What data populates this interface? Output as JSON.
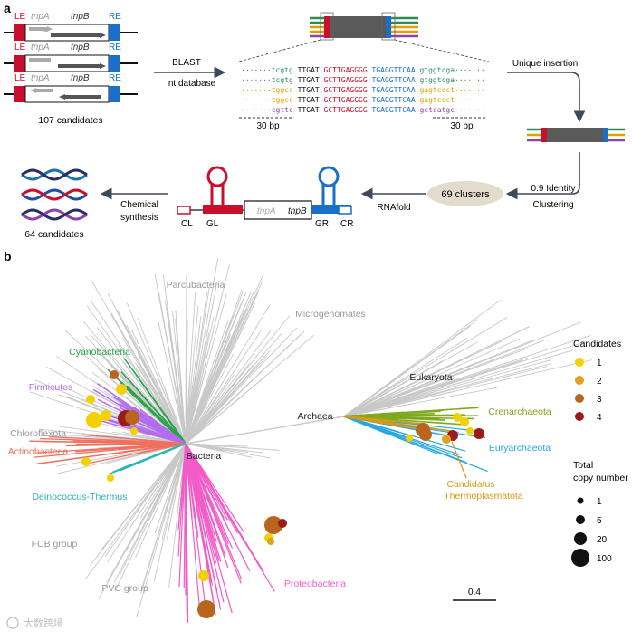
{
  "panel_a": {
    "label": "a",
    "constructs": {
      "le": "LE",
      "re": "RE",
      "tnpA": "tnpA",
      "tnpB": "tnpB",
      "count_label": "107 candidates"
    },
    "blast": {
      "line1": "BLAST",
      "line2": "nt database"
    },
    "alignment": {
      "rows": [
        {
          "left": "·······tcgtg",
          "mid": "TTGAT",
          "red": "GCTTGAGGGG",
          "blue": "TGAGGTTCAA",
          "right": "gtggtcga·······",
          "color": "#2e8b57"
        },
        {
          "left": "·······tcgtg",
          "mid": "TTGAT",
          "red": "GCTTGAGGGG",
          "blue": "TGAGGTTCAA",
          "right": "gtggtcga·······",
          "color": "#2e8b57"
        },
        {
          "left": "·······tggcc",
          "mid": "TTGAT",
          "red": "GCTTGAGGGG",
          "blue": "TGAGGTTCAA",
          "right": "gagtccct·······",
          "color": "#e0a100"
        },
        {
          "left": "·······tggcc",
          "mid": "TTGAT",
          "red": "GCTTGAGGGG",
          "blue": "TGAGGTTCAA",
          "right": "gagtccct·······",
          "color": "#e0a100"
        },
        {
          "left": "·······cgttc",
          "mid": "TTGAT",
          "red": "GCTTGAGGGG",
          "blue": "TGAGGTTCAA",
          "right": "gctcatgc·······",
          "color": "#8e44ad"
        }
      ],
      "bp_left": "30 bp",
      "bp_right": "30 bp"
    },
    "unique_insertion": "Unique insertion",
    "clustering": {
      "line1": "0.9 Identity",
      "line2": "Clustering"
    },
    "clusters": "69 clusters",
    "rnafold": "RNAfold",
    "rna_labels": {
      "cl": "CL",
      "gl": "GL",
      "gr": "GR",
      "cr": "CR",
      "tnpA": "tnpA",
      "tnpB": "tnpB"
    },
    "synthesis": {
      "line1": "Chemical",
      "line2": "synthesis"
    },
    "final_count": "64 candidates"
  },
  "panel_b": {
    "label": "b",
    "clades": {
      "parcubacteria": "Parcubacteria",
      "microgenomates": "Microgenomates",
      "cyanobacteria": "Cyanobacteria",
      "firmicutes": "Firmicutes",
      "chloroflexota": "Chloroflexota",
      "actinobacteria": "Actinobacteria",
      "bacteria": "Bacteria",
      "deinococcus": "Deinococcus-Thermus",
      "fcb": "FCB group",
      "pvc": "PVC group",
      "proteobacteria": "Proteobacteria",
      "eukaryota": "Eukaryota",
      "archaea": "Archaea",
      "crenarchaeota": "Crenarchaeota",
      "euryarchaeota": "Euryarchaeota",
      "candidatus1": "Candidatus",
      "candidatus2": "Thermoplasmatota"
    },
    "colors": {
      "gray": "#c8c8c8",
      "cyano": "#2aa34a",
      "firmicutes": "#b36cf0",
      "actino": "#f07060",
      "deino": "#2bb5b5",
      "proteo": "#f25cc8",
      "crenarch": "#7fa81e",
      "euryarch": "#2aa6e0",
      "candidatus": "#d89a16"
    },
    "legend_candidates": {
      "title": "Candidates",
      "items": [
        {
          "label": "1",
          "color": "#f5d000"
        },
        {
          "label": "2",
          "color": "#e0a020"
        },
        {
          "label": "3",
          "color": "#b8661e"
        },
        {
          "label": "4",
          "color": "#9b1a1a"
        }
      ]
    },
    "legend_copy": {
      "title1": "Total",
      "title2": "copy number",
      "items": [
        "1",
        "5",
        "20",
        "100"
      ]
    },
    "scale": "0.4",
    "watermark": "大数跨境"
  }
}
